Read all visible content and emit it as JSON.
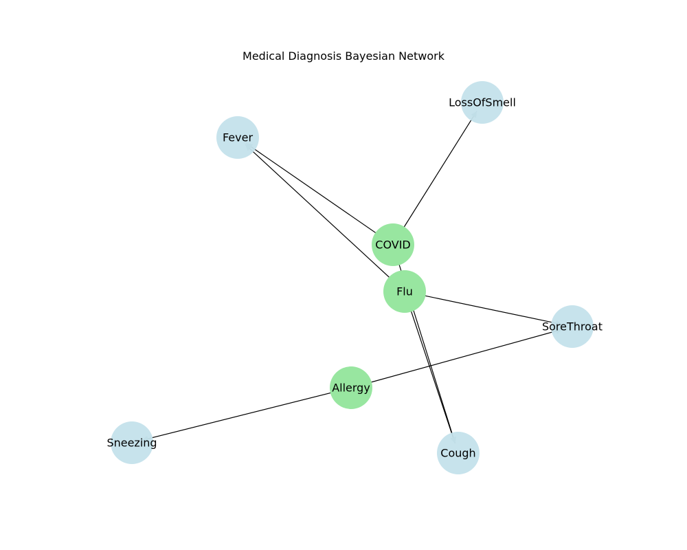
{
  "title": "Medical Diagnosis Bayesian Network",
  "colors": {
    "disease_node": "#98e6a0",
    "symptom_node": "#c4e2eb",
    "edge": "#000000",
    "arrowhead": "#7f939e"
  },
  "nodes": [
    {
      "id": "COVID",
      "label": "COVID",
      "kind": "disease"
    },
    {
      "id": "Flu",
      "label": "Flu",
      "kind": "disease"
    },
    {
      "id": "Allergy",
      "label": "Allergy",
      "kind": "disease"
    },
    {
      "id": "Fever",
      "label": "Fever",
      "kind": "symptom"
    },
    {
      "id": "LossOfSmell",
      "label": "LossOfSmell",
      "kind": "symptom"
    },
    {
      "id": "SoreThroat",
      "label": "SoreThroat",
      "kind": "symptom"
    },
    {
      "id": "Cough",
      "label": "Cough",
      "kind": "symptom"
    },
    {
      "id": "Sneezing",
      "label": "Sneezing",
      "kind": "symptom"
    }
  ],
  "edges": [
    {
      "source": "COVID",
      "target": "Fever"
    },
    {
      "source": "COVID",
      "target": "LossOfSmell"
    },
    {
      "source": "COVID",
      "target": "Cough"
    },
    {
      "source": "Flu",
      "target": "Fever"
    },
    {
      "source": "Flu",
      "target": "Cough"
    },
    {
      "source": "Flu",
      "target": "SoreThroat"
    },
    {
      "source": "Allergy",
      "target": "SoreThroat"
    },
    {
      "source": "Allergy",
      "target": "Sneezing"
    }
  ]
}
